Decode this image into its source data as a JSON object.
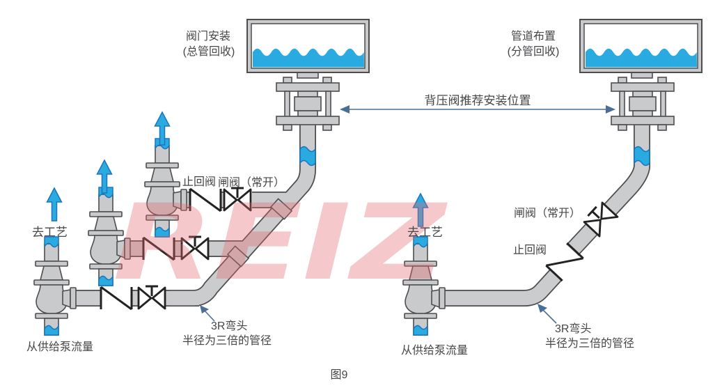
{
  "figure_caption": "图9",
  "watermark": "REIZ",
  "annotation": {
    "backpressure_position": "背压阀推荐安装位置"
  },
  "left_diagram": {
    "title_line1": "阀门安装",
    "title_line2": "(总管回收)",
    "check_valve": "止回阀",
    "gate_valve": "闸阀（常开）",
    "to_process": "去工艺",
    "from_pump": "从供给泵流量",
    "elbow_line1": "3R弯头",
    "elbow_line2": "半径为三倍的管径"
  },
  "right_diagram": {
    "title_line1": "管道布置",
    "title_line2": "(分管回收)",
    "gate_valve": "闸阀（常开）",
    "check_valve": "止回阀",
    "to_process": "去工艺",
    "from_pump": "从供给泵流量",
    "elbow_line1": "3R弯头",
    "elbow_line2": "半径为三倍的管径"
  },
  "colors": {
    "water_blue": "#29abe2",
    "pipe_gray": "#cbcccd",
    "outline_gray": "#4d4d4f",
    "annotation_blue": "#4a6e96",
    "watermark_red": "#e2686e",
    "text_gray": "#454648"
  }
}
